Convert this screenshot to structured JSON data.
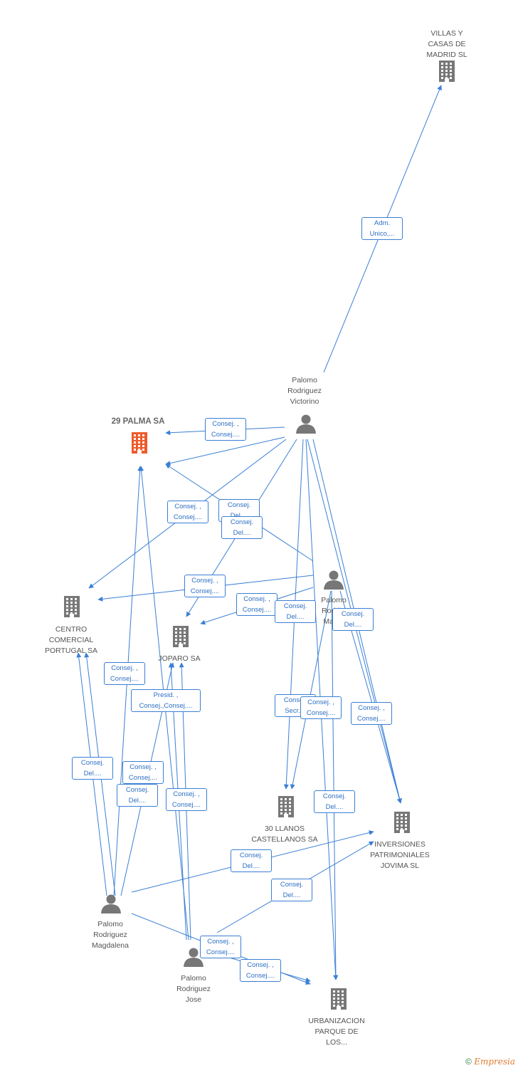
{
  "colors": {
    "edge": "#3a7fd5",
    "node_icon": "#777777",
    "main_node_icon": "#ef5b2b",
    "footer_brand": "#e07a2e"
  },
  "nodes": [
    {
      "id": "villas",
      "type": "company",
      "label": "VILLAS Y\nCASAS DE\nMADRID SL"
    },
    {
      "id": "victorino",
      "type": "person",
      "label": "Palomo\nRodriguez\nVictorino"
    },
    {
      "id": "palma",
      "type": "company",
      "main": true,
      "label": "29 PALMA SA"
    },
    {
      "id": "centro",
      "type": "company",
      "label": "CENTRO\nCOMERCIAL\nPORTUGAL SA"
    },
    {
      "id": "joparo",
      "type": "company",
      "label": "JOPARO SA"
    },
    {
      "id": "maria",
      "type": "person",
      "label": "Palomo\nRodri...\nMari..."
    },
    {
      "id": "llanos",
      "type": "company",
      "label": "30 LLANOS\nCASTELLANOS SA"
    },
    {
      "id": "jovima",
      "type": "company",
      "label": "INVERSIONES\nPATRIMONIALES\nJOVIMA SL"
    },
    {
      "id": "magdalena",
      "type": "person",
      "label": "Palomo\nRodriguez\nMagdalena"
    },
    {
      "id": "jose",
      "type": "person",
      "label": "Palomo\nRodriguez\nJose"
    },
    {
      "id": "urbanizacion",
      "type": "company",
      "label": "URBANIZACION\nPARQUE DE\nLOS..."
    }
  ],
  "edge_labels": [
    "Adm.\nUnico,...",
    "Consej. ,\nConsej....",
    "Consej.\nDel....",
    "Consej. ,\nConsej....",
    "Consej.\nDel....",
    "Consej. ,\nConsej....",
    "Consej. ,\nConsej....",
    "Consej.\nDel....",
    "Consej.\nDel....",
    "Consej. ,\nConsej....",
    "Presid. ,\nConsej.,Consej....",
    "Consej.\nSecr....",
    "Consej. ,\nConsej....",
    "Consej. ,\nConsej....",
    "Consej.\nDel....",
    "Consej. ,\nConsej....",
    "Consej.\nDel....",
    "Consej. ,\nConsej....",
    "Consej.\nDel....",
    "Consej.\nDel....",
    "Consej.\nDel....",
    "Consej. ,\nConsej....",
    "Consej. ,\nConsej...."
  ],
  "footer": {
    "copyright": "©",
    "brand": "Empresia"
  }
}
